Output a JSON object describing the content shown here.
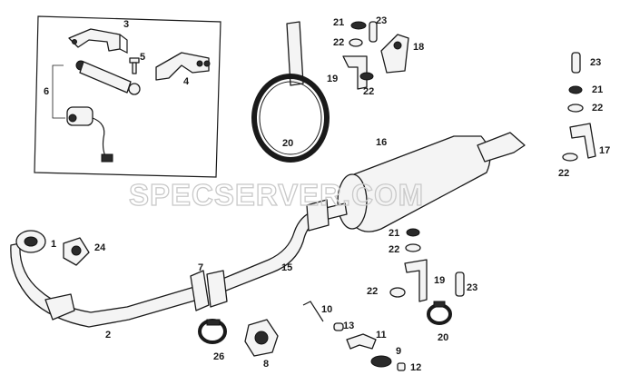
{
  "watermark": "SPECSERVER.COM",
  "callouts": {
    "c1": "1",
    "c2": "2",
    "c3": "3",
    "c4": "4",
    "c5": "5",
    "c6": "6",
    "c7": "7",
    "c8": "8",
    "c9": "9",
    "c10": "10",
    "c11": "11",
    "c12": "12",
    "c13": "13",
    "c15": "15",
    "c16": "16",
    "c17": "17",
    "c18": "18",
    "c19a": "19",
    "c19b": "19",
    "c20a": "20",
    "c20b": "20",
    "c21a": "21",
    "c21b": "21",
    "c21c": "21",
    "c22a": "22",
    "c22b": "22",
    "c22c": "22",
    "c22d": "22",
    "c22e": "22",
    "c22f": "22",
    "c23a": "23",
    "c23b": "23",
    "c23c": "23",
    "c24": "24",
    "c26": "26"
  }
}
